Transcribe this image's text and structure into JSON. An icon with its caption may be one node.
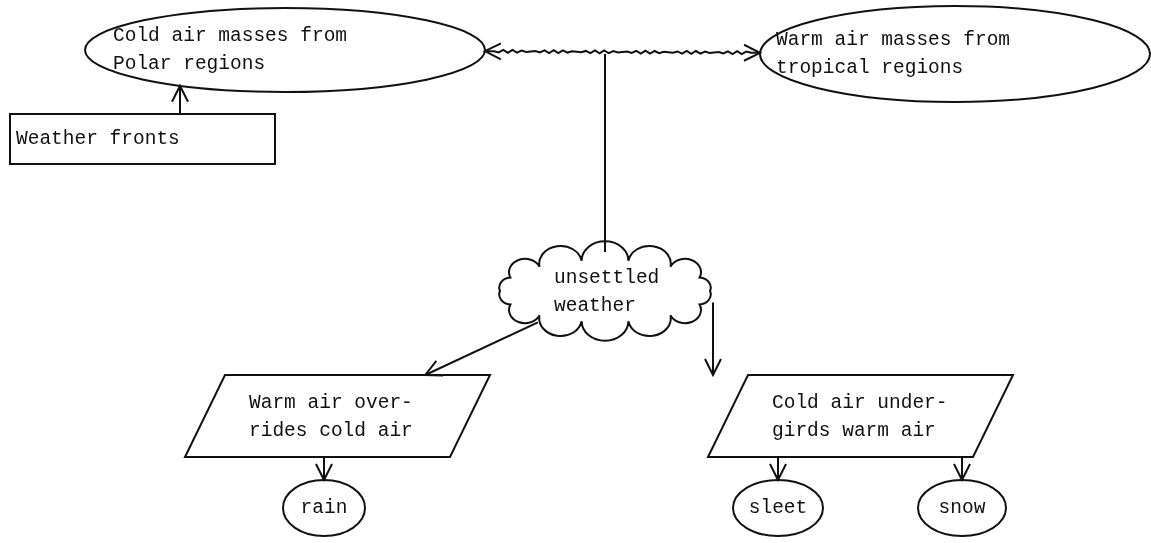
{
  "diagram": {
    "nodes": [
      {
        "text": [
          "Cold air masses from Polar regions"
        ]
      },
      {
        "text": [
          "Warm air masses from tropical regions"
        ]
      },
      {
        "text": [
          "Weather fronts"
        ]
      },
      {
        "text": [
          "unsettled weather"
        ]
      },
      {
        "text": [
          "Warm air over-rides cold air"
        ]
      },
      {
        "text": [
          "Cold air under-girds warm air"
        ]
      },
      {
        "text": [
          "rain"
        ]
      },
      {
        "text": [
          "sleet"
        ]
      },
      {
        "text": [
          "snow"
        ]
      }
    ],
    "edges": [
      {
        "from": 0,
        "to": 1,
        "arrow": "both"
      },
      {
        "from": null,
        "to": 3,
        "arrow": "none"
      },
      {
        "from": 2,
        "to": 0,
        "arrow": "to"
      },
      {
        "from": 3,
        "to": 4,
        "arrow": "to"
      },
      {
        "from": 3,
        "to": 5,
        "arrow": "to"
      },
      {
        "from": 4,
        "to": 6,
        "arrow": "to"
      },
      {
        "from": 5,
        "to": 7,
        "arrow": "to"
      },
      {
        "from": 5,
        "to": 8,
        "arrow": "to"
      }
    ]
  }
}
